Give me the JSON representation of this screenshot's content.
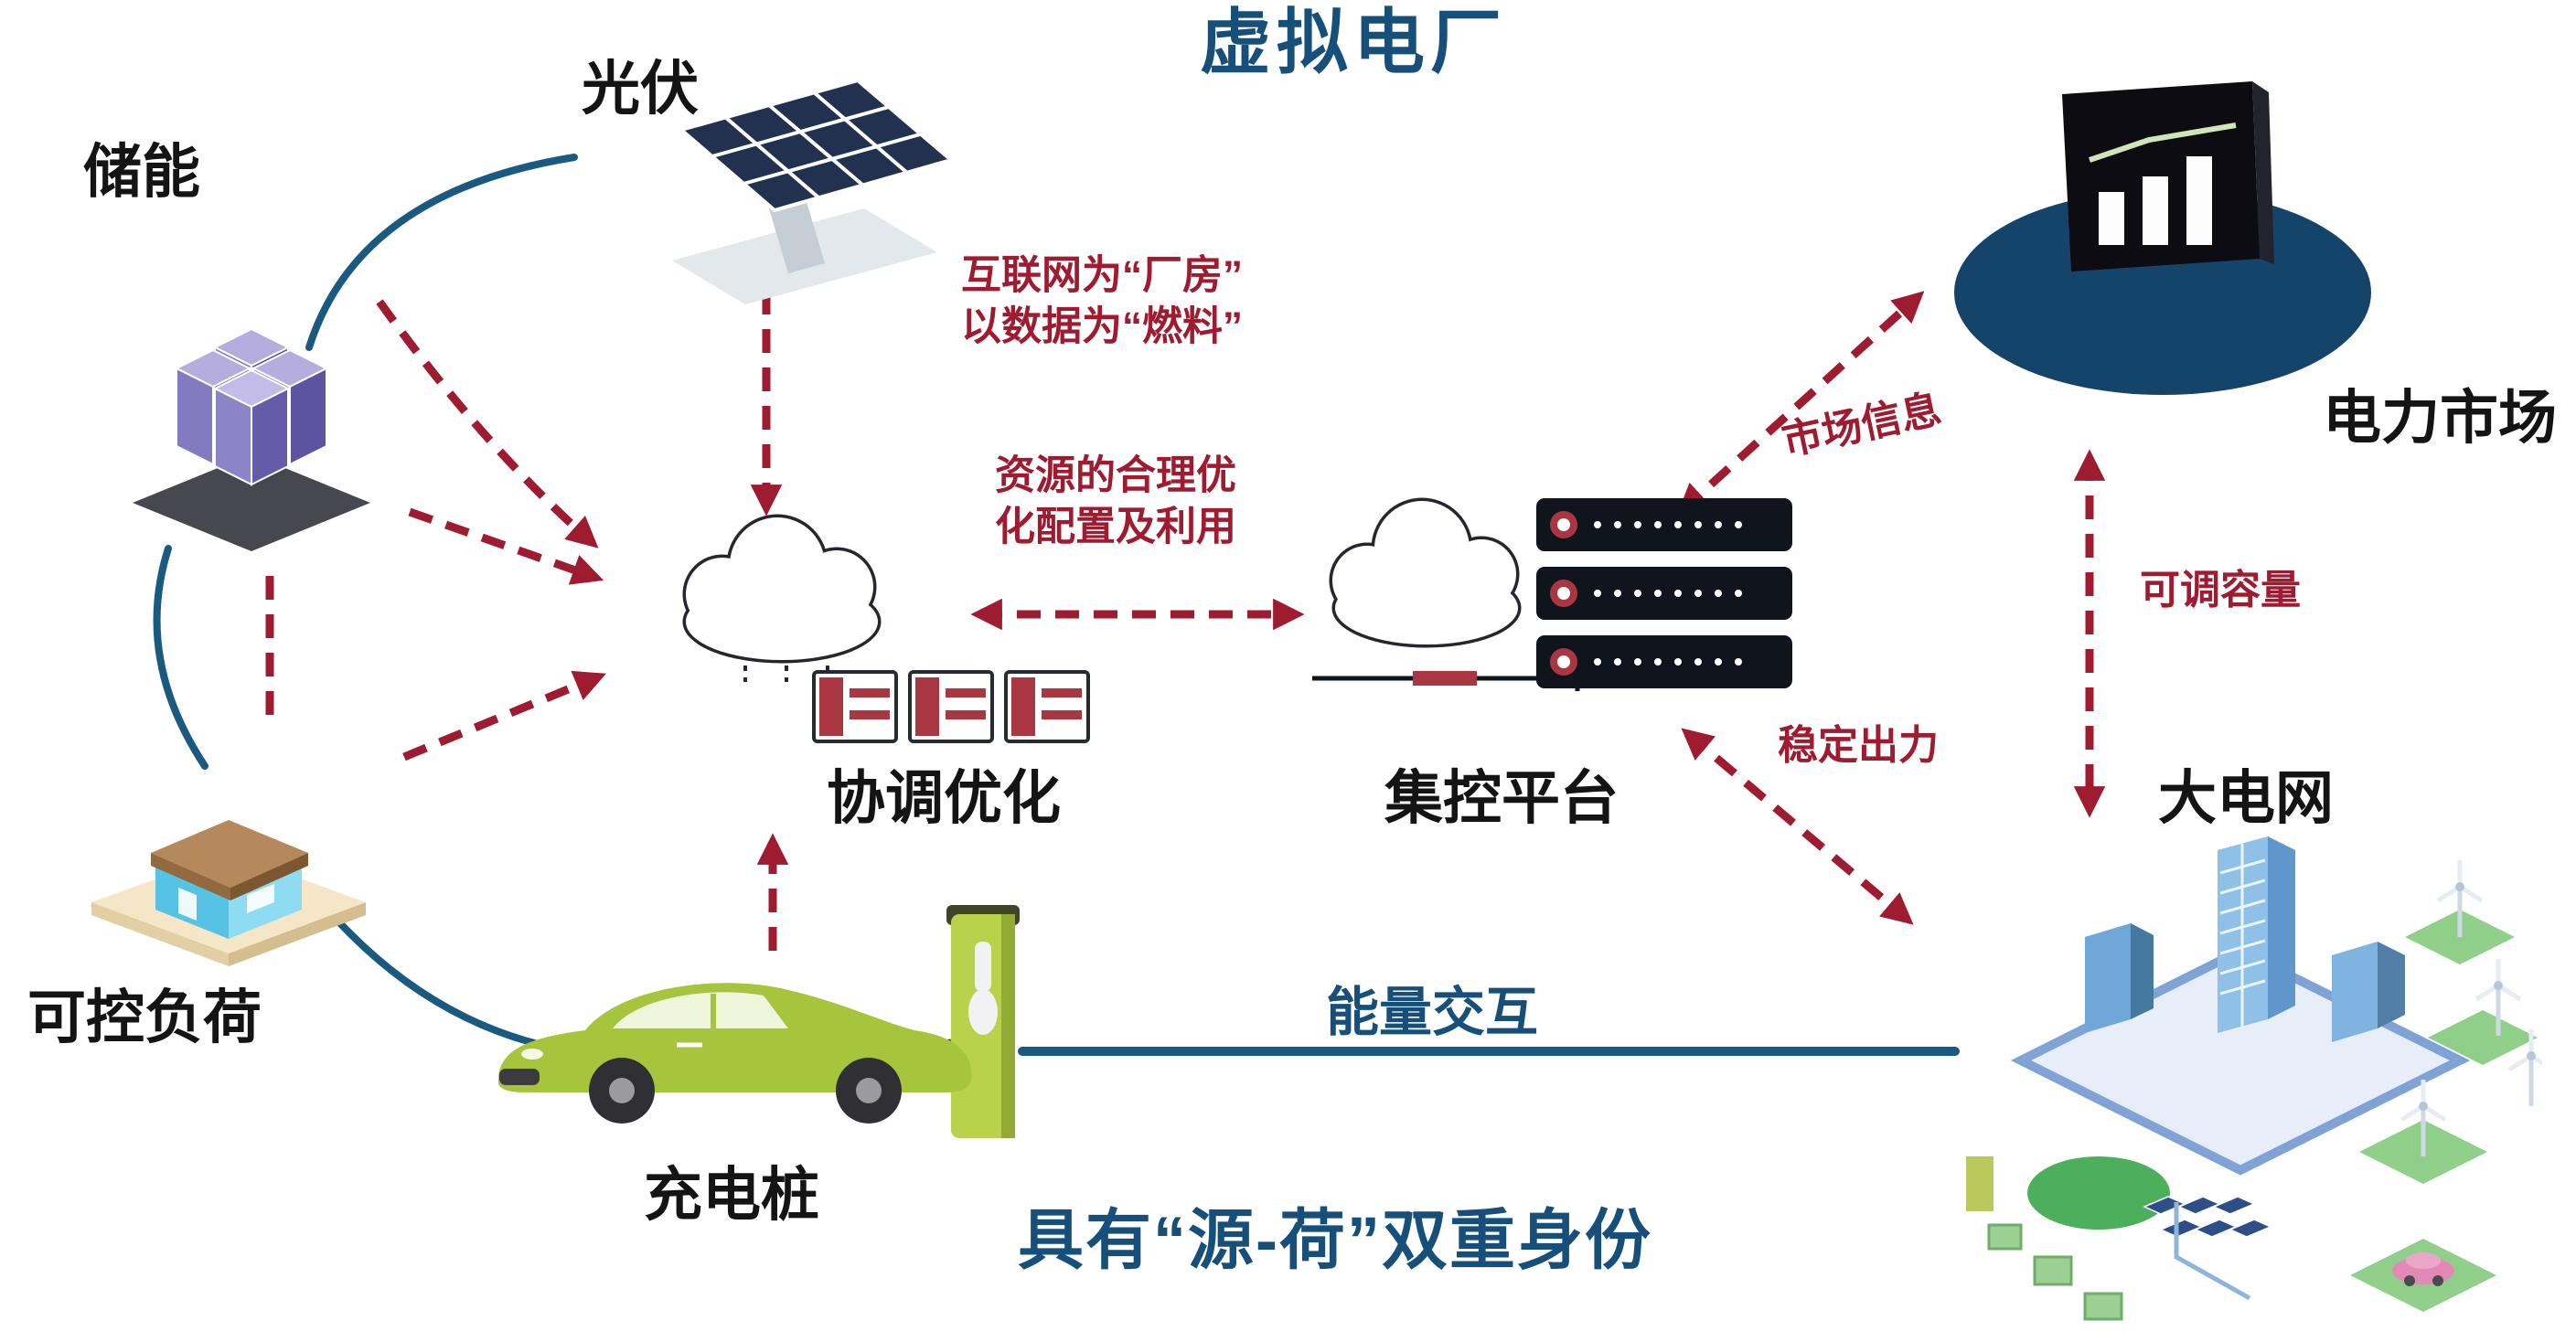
{
  "title": "虚拟电厂",
  "subtitle": "具有“源-荷”双重身份",
  "nodes": {
    "solar": "光伏",
    "storage": "储能",
    "controllable_load": "可控负荷",
    "charging_pile": "充电桩",
    "coordination": "协调优化",
    "control_platform": "集控平台",
    "power_market": "电力市场",
    "main_grid": "大电网"
  },
  "annotations": {
    "internet_line1": "互联网为“厂房”",
    "internet_line2": "以数据为“燃料”",
    "resource_line1": "资源的合理优",
    "resource_line2": "化配置及利用",
    "market_info": "市场信息",
    "adjustable_capacity": "可调容量",
    "stable_output": "稳定出力",
    "energy_exchange": "能量交互"
  },
  "colors": {
    "title_blue": "#16507a",
    "arrow_red": "#9e1b30",
    "line_blue": "#1b5a80",
    "label_black": "#141414",
    "car_green": "#a6c43c",
    "storage_purple": "#7a70b8",
    "market_navy": "#15446b"
  },
  "illustrations": [
    "solar-panel-icon",
    "battery-storage-icon",
    "smart-house-icon",
    "electric-car-icon",
    "charging-station-icon",
    "coordination-cloud-icon",
    "container-boxes-icon",
    "platform-cloud-server-icon",
    "market-chart-icon",
    "smart-city-icon"
  ]
}
